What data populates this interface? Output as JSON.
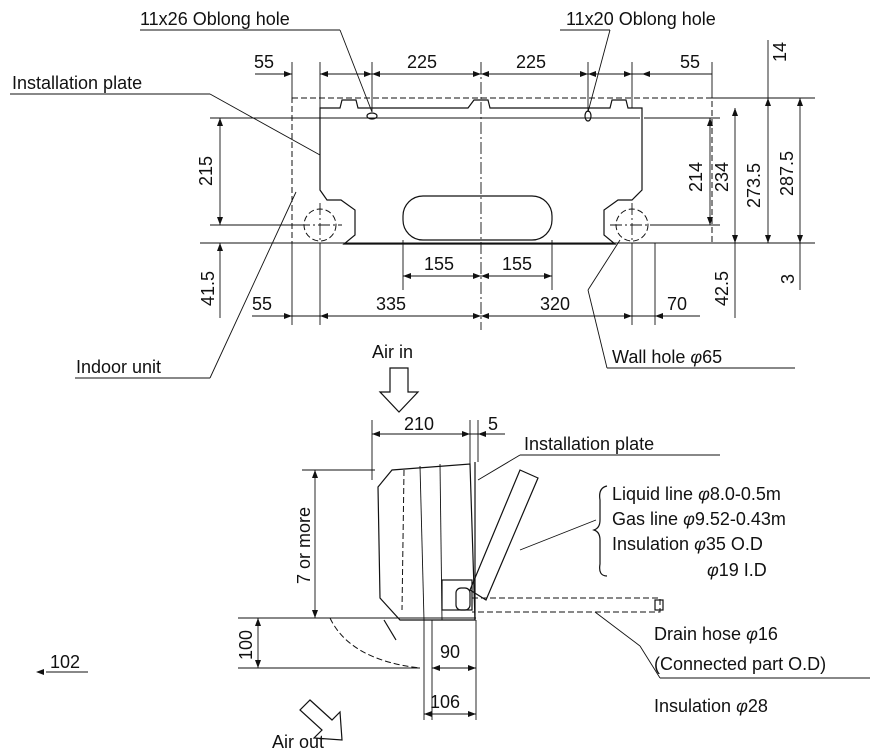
{
  "labels": {
    "oblong_26": "11x26 Oblong hole",
    "oblong_20": "11x20 Oblong hole",
    "installation_plate_top": "Installation plate",
    "indoor_unit": "Indoor unit",
    "wall_hole": "Wall hole",
    "wall_hole_size": "65",
    "air_in": "Air in",
    "air_out": "Air out",
    "installation_plate_side": "Installation plate",
    "liquid_line": "Liquid line",
    "liquid_line_spec": "8.0-0.5m",
    "gas_line": "Gas line",
    "gas_line_spec": "9.52-0.43m",
    "insulation": "Insulation",
    "insulation_od": "35 O.D",
    "insulation_id": "19   I.D",
    "drain_hose": "Drain hose",
    "drain_hose_size": "16",
    "connected_part": "(Connected part O.D)",
    "insulation_drain": "Insulation",
    "insulation_drain_size": "28",
    "seven_or_more": "7 or more",
    "phi": "φ"
  },
  "dimensions": {
    "top_left_55": "55",
    "top_225_a": "225",
    "top_225_b": "225",
    "top_right_55": "55",
    "right_14": "14",
    "left_215": "215",
    "right_214": "214",
    "right_234": "234",
    "right_273_5": "273.5",
    "right_287_5": "287.5",
    "bottom_155_a": "155",
    "bottom_155_b": "155",
    "left_41_5": "41.5",
    "right_42_5": "42.5",
    "right_3": "3",
    "bottom_55": "55",
    "bottom_335": "335",
    "bottom_320": "320",
    "bottom_70": "70",
    "side_210": "210",
    "side_5": "5",
    "side_100": "100",
    "side_90": "90",
    "side_106": "106",
    "side_102": "102"
  }
}
